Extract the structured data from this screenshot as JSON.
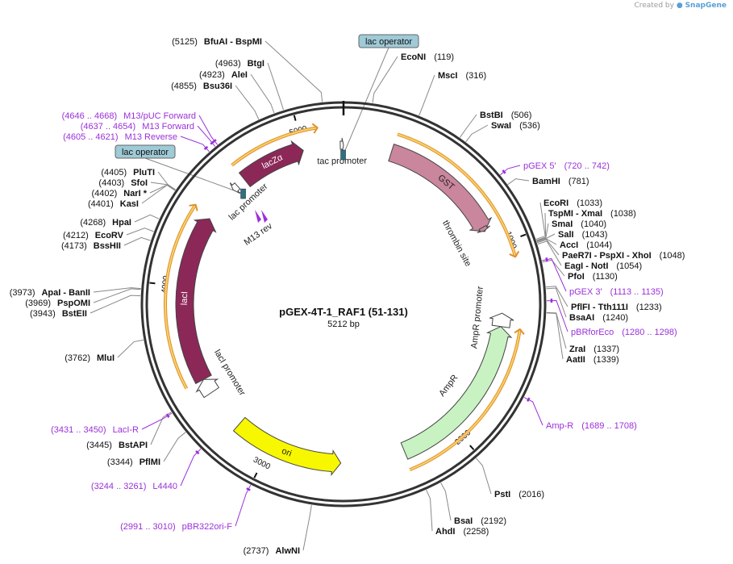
{
  "credit": {
    "prefix": "Created by",
    "brand": "SnapGene"
  },
  "plasmid": {
    "name": "pGEX-4T-1_RAF1 (51-131)",
    "length": 5212,
    "length_label": "5212 bp"
  },
  "ticks": [
    {
      "bp": 1000,
      "label": "1000"
    },
    {
      "bp": 2000,
      "label": "2000"
    },
    {
      "bp": 3000,
      "label": "3000"
    },
    {
      "bp": 4000,
      "label": "4000"
    },
    {
      "bp": 5000,
      "label": "5000"
    }
  ],
  "colors": {
    "lacZa": "#8b2857",
    "lacI": "#8b2857",
    "GST": "#c9869d",
    "AmpR": "#c8f2c2",
    "ori": "#f7f700",
    "primer": "#9b30d9",
    "orf_orange": "#f0a830",
    "backbone": "#333333",
    "operator_box": "#9fcad7",
    "enzyme_line": "#888888"
  },
  "features": [
    {
      "name": "lacZα",
      "label": "lacZα",
      "start": 4655,
      "end": 5000,
      "dir": 1,
      "color": "#8b2857",
      "type": "arrow",
      "label_inside": true,
      "text_color": "#ffffff",
      "track": -1
    },
    {
      "name": "GST",
      "label": "GST",
      "start": 253,
      "end": 909,
      "dir": 1,
      "color": "#c9869d",
      "type": "arrow",
      "label_inside": true,
      "text_color": "#222222",
      "track": -1
    },
    {
      "name": "AmpR",
      "label": "AmpR",
      "start": 1420,
      "end": 2280,
      "dir": -1,
      "color": "#c8f2c2",
      "type": "arrow",
      "label_inside": false,
      "text_color": "#222222",
      "track": -1
    },
    {
      "name": "AmpR promoter",
      "label": "AmpR promoter",
      "start": 1350,
      "end": 1420,
      "dir": -1,
      "color": "#ffffff",
      "type": "arrow",
      "label_inside": false,
      "text_color": "#222222",
      "track": -1
    },
    {
      "name": "ori",
      "label": "ori",
      "start": 2620,
      "end": 3200,
      "dir": -1,
      "color": "#f7f700",
      "type": "arrow",
      "label_inside": true,
      "text_color": "#222222",
      "track": -1
    },
    {
      "name": "lacI",
      "label": "lacI",
      "start": 3500,
      "end": 4380,
      "dir": 1,
      "color": "#8b2857",
      "type": "arrow",
      "label_inside": true,
      "text_color": "#ffffff",
      "track": -1
    },
    {
      "name": "lacI promoter",
      "label": "lacI promoter",
      "start": 3420,
      "end": 3500,
      "dir": 1,
      "color": "#ffffff",
      "type": "arrow",
      "label_inside": false,
      "text_color": "#222222",
      "track": -1
    },
    {
      "name": "tac promoter",
      "label": "tac promoter",
      "start": 5195,
      "end": 5212,
      "dir": 1,
      "color": "#ffffff",
      "type": "arrow",
      "label_inside": false,
      "text_color": "#222222",
      "track": -1
    },
    {
      "name": "lac promoter",
      "label": "lac promoter",
      "start": 4575,
      "end": 4605,
      "dir": -1,
      "color": "#ffffff",
      "type": "arrow",
      "label_inside": false,
      "text_color": "#222222",
      "track": -1
    },
    {
      "name": "thrombin site",
      "label": "thrombin site",
      "start": 885,
      "end": 905,
      "dir": 1,
      "color": "#c9869d",
      "type": "arrow",
      "label_inside": false,
      "text_color": "#222222",
      "track": -1
    }
  ],
  "orange_arcs": [
    {
      "start": 4650,
      "end": 5090,
      "dir": 1
    },
    {
      "start": 255,
      "end": 1080,
      "dir": 1
    },
    {
      "start": 1420,
      "end": 2290,
      "dir": -1
    },
    {
      "start": 3500,
      "end": 4400,
      "dir": 1
    }
  ],
  "operators": [
    {
      "name": "lac operator",
      "label": "lac operator",
      "bp": 5210,
      "box_pos": "top"
    },
    {
      "name": "lac operator",
      "label": "lac operator",
      "bp": 4600,
      "box_pos": "left"
    }
  ],
  "feature_labels": {
    "m13rev": "M13 rev"
  },
  "enzymes_right": [
    {
      "name": "EcoNI",
      "pos": "(119)",
      "bp": 119
    },
    {
      "name": "MscI",
      "pos": "(316)",
      "bp": 316
    },
    {
      "name": "BstBI",
      "pos": "(506)",
      "bp": 506
    },
    {
      "name": "SwaI",
      "pos": "(536)",
      "bp": 536
    },
    {
      "name": "BamHI",
      "pos": "(781)",
      "bp": 781
    },
    {
      "name": "EcoRI",
      "pos": "(1033)",
      "bp": 1033
    },
    {
      "name": "TspMI - XmaI",
      "pos": "(1038)",
      "bp": 1038
    },
    {
      "name": "SmaI",
      "pos": "(1040)",
      "bp": 1040
    },
    {
      "name": "SalI",
      "pos": "(1043)",
      "bp": 1043
    },
    {
      "name": "AccI",
      "pos": "(1044)",
      "bp": 1044
    },
    {
      "name": "PaeR7I - PspXI - XhoI",
      "pos": "(1048)",
      "bp": 1048
    },
    {
      "name": "EagI - NotI",
      "pos": "(1054)",
      "bp": 1054
    },
    {
      "name": "PfoI",
      "pos": "(1130)",
      "bp": 1130
    },
    {
      "name": "PflFI - Tth111I",
      "pos": "(1233)",
      "bp": 1233
    },
    {
      "name": "BsaAI",
      "pos": "(1240)",
      "bp": 1240
    },
    {
      "name": "ZraI",
      "pos": "(1337)",
      "bp": 1337
    },
    {
      "name": "AatII",
      "pos": "(1339)",
      "bp": 1339
    },
    {
      "name": "PstI",
      "pos": "(2016)",
      "bp": 2016
    },
    {
      "name": "BsaI",
      "pos": "(2192)",
      "bp": 2192
    },
    {
      "name": "AhdI",
      "pos": "(2258)",
      "bp": 2258
    }
  ],
  "enzymes_left": [
    {
      "name": "BfuAI - BspMI",
      "pos": "(5125)",
      "bp": 5125
    },
    {
      "name": "BtgI",
      "pos": "(4963)",
      "bp": 4963
    },
    {
      "name": "AleI",
      "pos": "(4923)",
      "bp": 4923
    },
    {
      "name": "Bsu36I",
      "pos": "(4855)",
      "bp": 4855
    },
    {
      "name": "PluTI",
      "pos": "(4405)",
      "bp": 4405
    },
    {
      "name": "SfoI",
      "pos": "(4403)",
      "bp": 4403
    },
    {
      "name": "NarI *",
      "pos": "(4402)",
      "bp": 4402
    },
    {
      "name": "KasI",
      "pos": "(4401)",
      "bp": 4401
    },
    {
      "name": "HpaI",
      "pos": "(4268)",
      "bp": 4268
    },
    {
      "name": "EcoRV",
      "pos": "(4212)",
      "bp": 4212
    },
    {
      "name": "BssHII",
      "pos": "(4173)",
      "bp": 4173
    },
    {
      "name": "ApaI - BanII",
      "pos": "(3973)",
      "bp": 3973
    },
    {
      "name": "PspOMI",
      "pos": "(3969)",
      "bp": 3969
    },
    {
      "name": "BstEII",
      "pos": "(3943)",
      "bp": 3943
    },
    {
      "name": "MluI",
      "pos": "(3762)",
      "bp": 3762
    },
    {
      "name": "BstAPI",
      "pos": "(3445)",
      "bp": 3445
    },
    {
      "name": "PflMI",
      "pos": "(3344)",
      "bp": 3344
    },
    {
      "name": "AlwNI",
      "pos": "(2737)",
      "bp": 2737
    }
  ],
  "primers_right": [
    {
      "name": "pGEX 5'",
      "range": "(720 .. 742)",
      "bp": 731
    },
    {
      "name": "pGEX 3'",
      "range": "(1113 .. 1135)",
      "bp": 1124
    },
    {
      "name": "pBRforEco",
      "range": "(1280 .. 1298)",
      "bp": 1289
    },
    {
      "name": "Amp-R",
      "range": "(1689 .. 1708)",
      "bp": 1698
    }
  ],
  "primers_left": [
    {
      "name": "M13/pUC Forward",
      "range": "(4646 .. 4668)",
      "bp": 4657
    },
    {
      "name": "M13 Forward",
      "range": "(4637 .. 4654)",
      "bp": 4645
    },
    {
      "name": "M13 Reverse",
      "range": "(4605 .. 4621)",
      "bp": 4613
    },
    {
      "name": "LacI-R",
      "range": "(3431 .. 3450)",
      "bp": 3440
    },
    {
      "name": "L4440",
      "range": "(3244 .. 3261)",
      "bp": 3252
    },
    {
      "name": "pBR322ori-F",
      "range": "(2991 .. 3010)",
      "bp": 3000
    }
  ]
}
